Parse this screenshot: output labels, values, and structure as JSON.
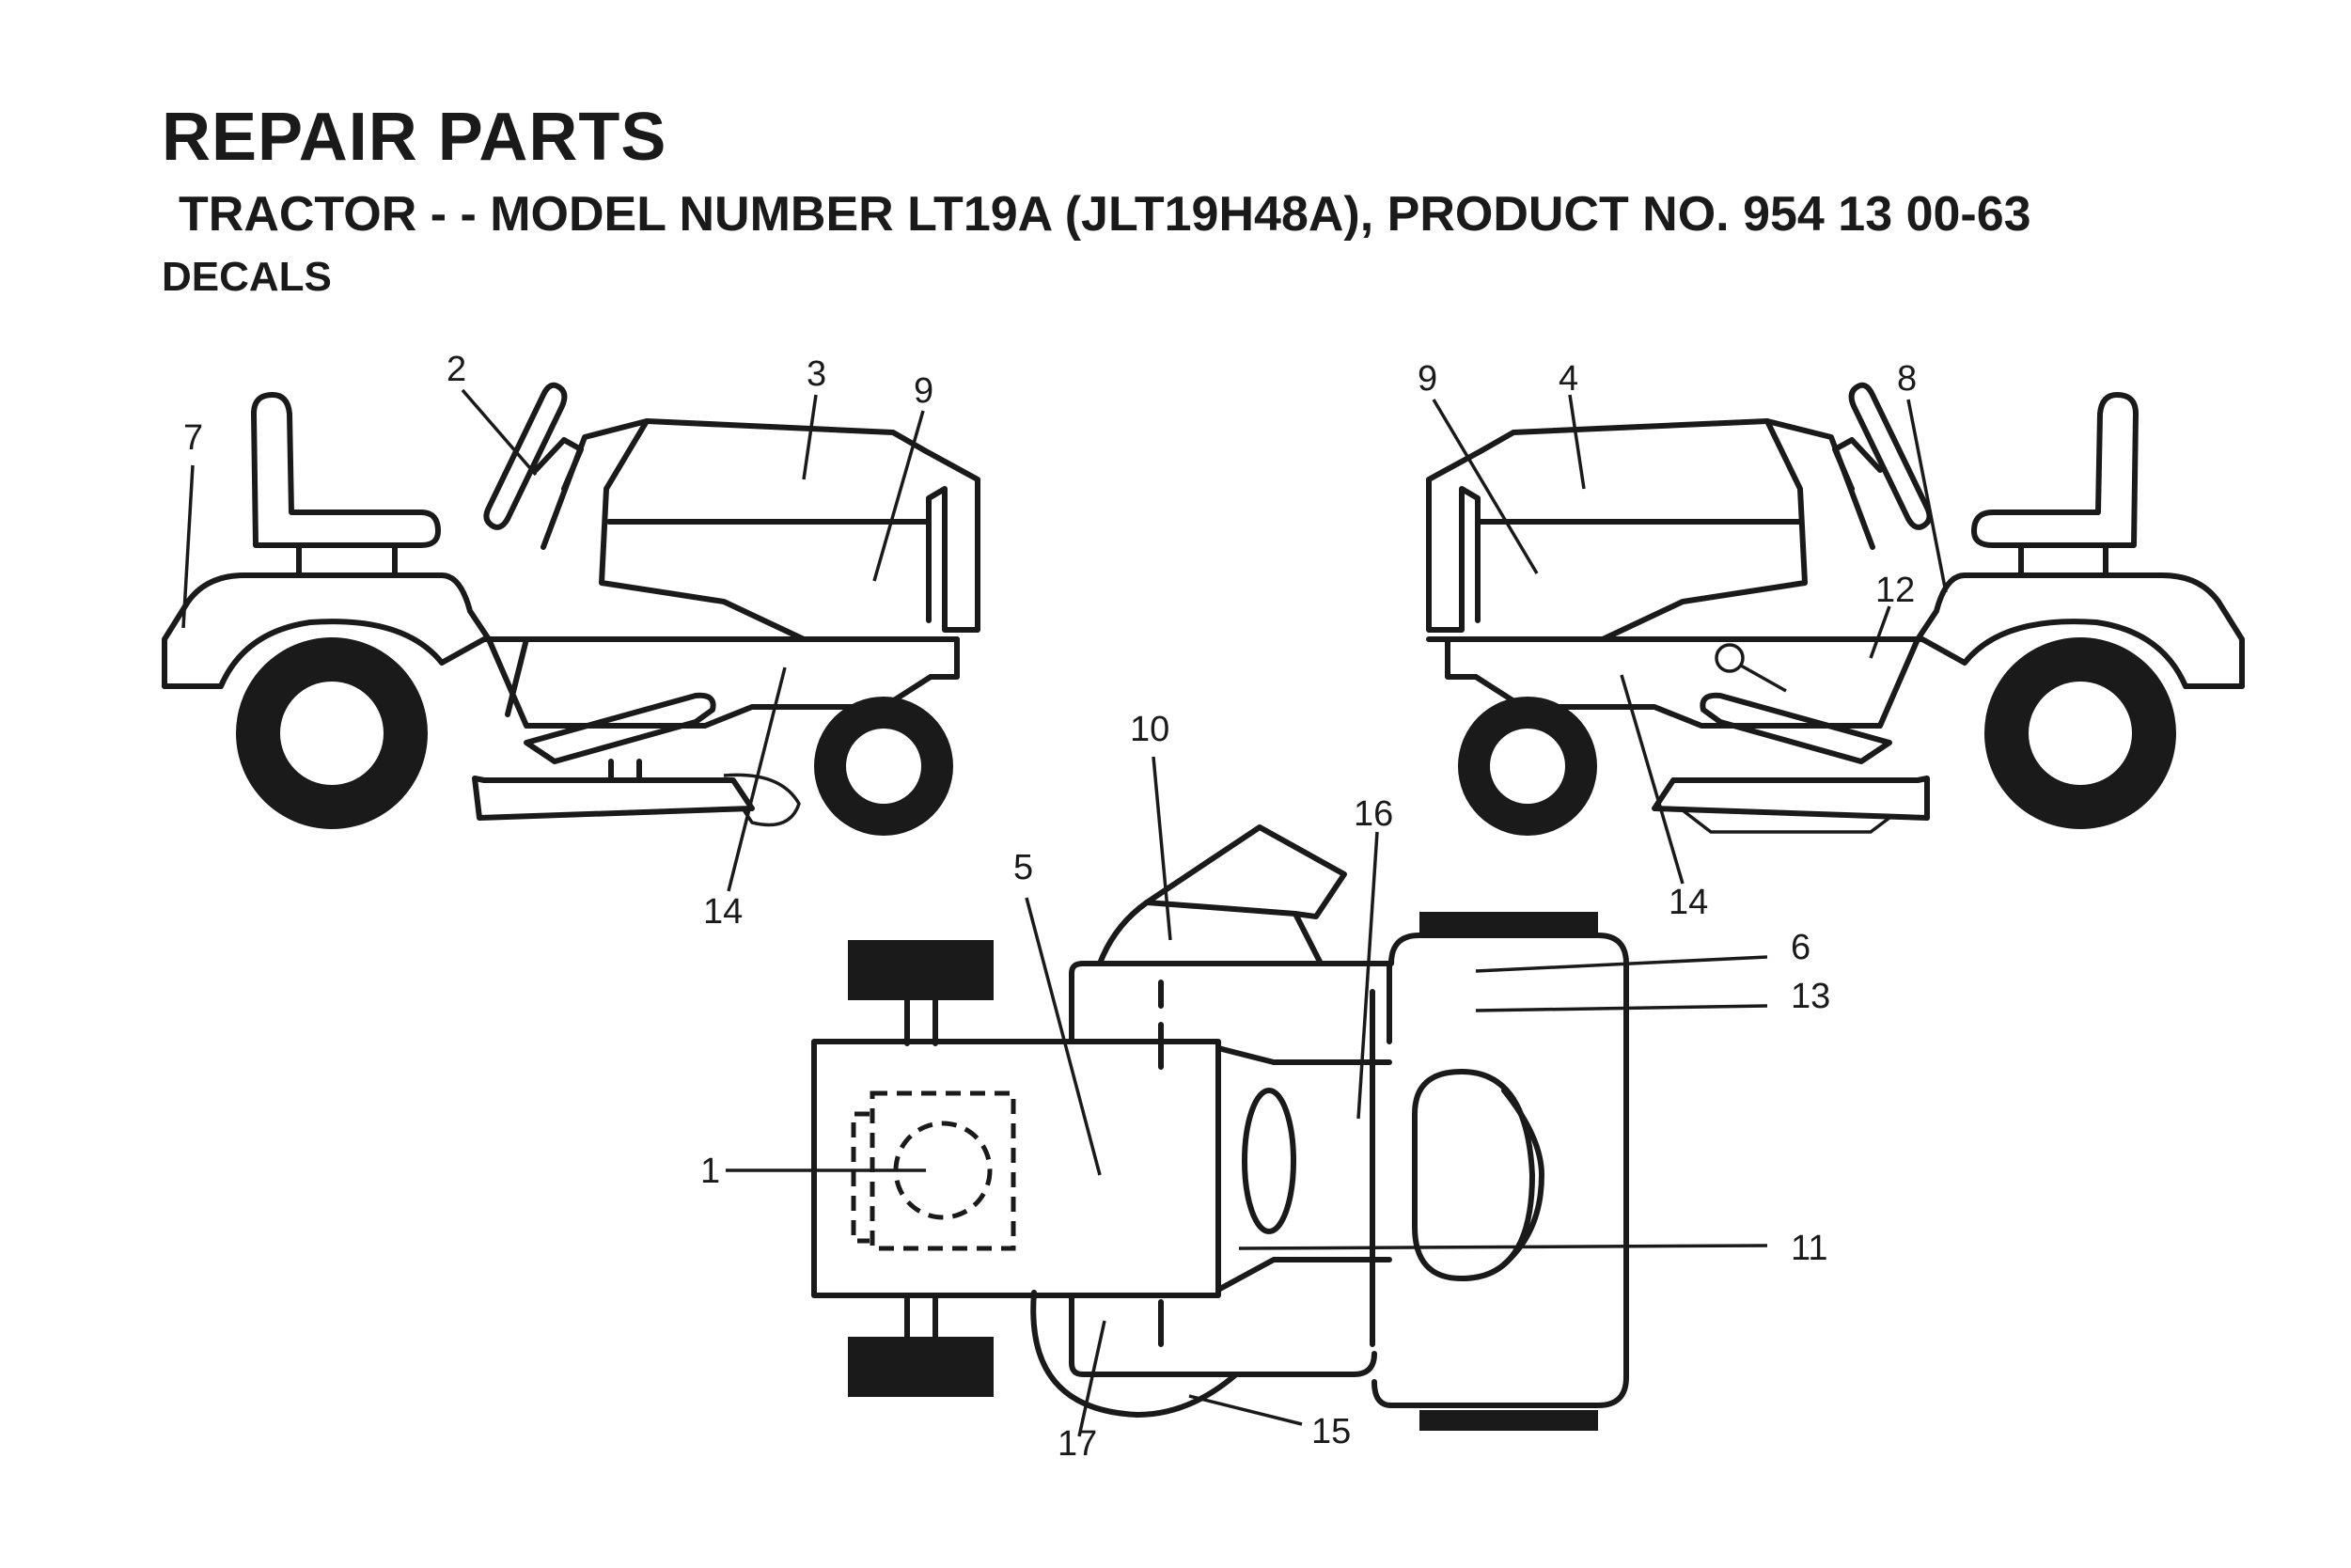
{
  "header": {
    "title": "REPAIR PARTS",
    "subtitle": "TRACTOR - - MODEL NUMBER LT19A (JLT19H48A), PRODUCT NO. 954 13 00-63",
    "section": "DECALS"
  },
  "callouts": [
    {
      "id": "c1",
      "label": "1"
    },
    {
      "id": "c2",
      "label": "2"
    },
    {
      "id": "c3",
      "label": "3"
    },
    {
      "id": "c4",
      "label": "4"
    },
    {
      "id": "c5",
      "label": "5"
    },
    {
      "id": "c6",
      "label": "6"
    },
    {
      "id": "c7",
      "label": "7"
    },
    {
      "id": "c8",
      "label": "8"
    },
    {
      "id": "c9a",
      "label": "9"
    },
    {
      "id": "c9b",
      "label": "9"
    },
    {
      "id": "c10",
      "label": "10"
    },
    {
      "id": "c11",
      "label": "11"
    },
    {
      "id": "c12",
      "label": "12"
    },
    {
      "id": "c13",
      "label": "13"
    },
    {
      "id": "c14a",
      "label": "14"
    },
    {
      "id": "c14b",
      "label": "14"
    },
    {
      "id": "c15",
      "label": "15"
    },
    {
      "id": "c16",
      "label": "16"
    },
    {
      "id": "c17",
      "label": "17"
    }
  ]
}
